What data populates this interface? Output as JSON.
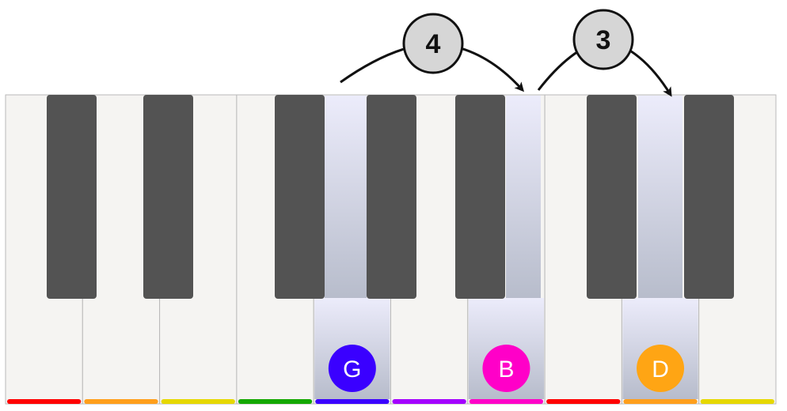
{
  "keyboard": {
    "white_keys": [
      {
        "color_bar": "#ff0000",
        "highlighted": false,
        "label": null
      },
      {
        "color_bar": "#ff9f1c",
        "highlighted": false,
        "label": null
      },
      {
        "color_bar": "#e6d800",
        "highlighted": false,
        "label": null
      },
      {
        "color_bar": "#14a800",
        "highlighted": false,
        "label": null
      },
      {
        "color_bar": "#3a00ff",
        "highlighted": true,
        "label": "G",
        "label_color": "#3a00ff"
      },
      {
        "color_bar": "#a300ff",
        "highlighted": false,
        "label": null
      },
      {
        "color_bar": "#ff00c8",
        "highlighted": true,
        "label": "B",
        "label_color": "#ff00c8"
      },
      {
        "color_bar": "#ff0000",
        "highlighted": false,
        "label": null
      },
      {
        "color_bar": "#ff9f1c",
        "highlighted": true,
        "label": "D",
        "label_color": "#ffa514"
      },
      {
        "color_bar": "#e6d800",
        "highlighted": false,
        "label": null
      }
    ],
    "colors": {
      "white_key": "#f5f4f2",
      "black_key": "#535353",
      "highlight_top": "#ececfb",
      "highlight_bottom": "#b7bccb"
    }
  },
  "intervals": [
    {
      "label": "4",
      "from": "G",
      "to": "B"
    },
    {
      "label": "3",
      "from": "B",
      "to": "D"
    }
  ]
}
